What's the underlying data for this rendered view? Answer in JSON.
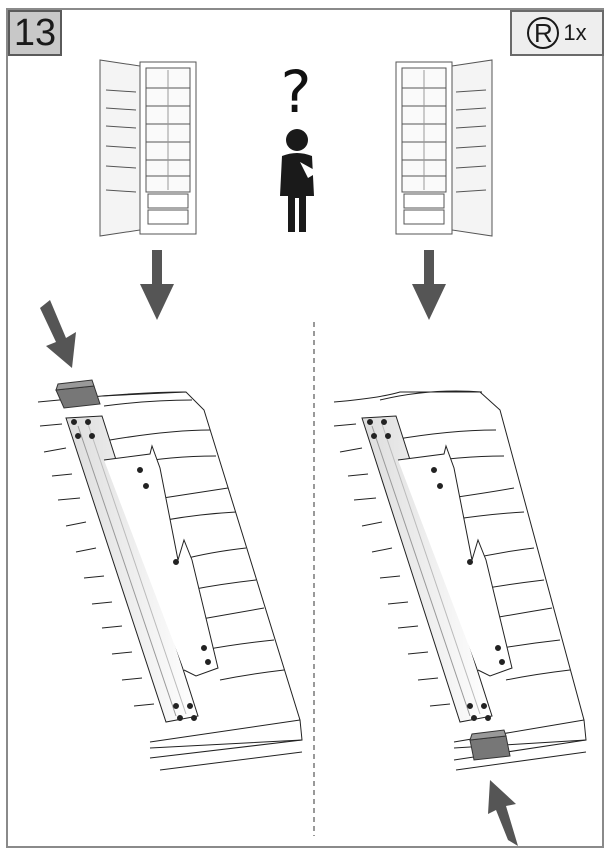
{
  "step": {
    "number": "13"
  },
  "part": {
    "symbol": "R",
    "quantity": "1x"
  },
  "question_mark": "?",
  "colors": {
    "frame": "#8a8a8a",
    "step_bg": "#c8c8c8",
    "arrow": "#555555",
    "line": "#222222",
    "part_block": "#777777"
  },
  "icons": [
    "fridge-left-hinged-icon",
    "fridge-right-hinged-icon",
    "thinking-person-icon",
    "down-arrow-icon",
    "pointer-arrow-icon",
    "mounting-rail-icon",
    "part-r-block-icon"
  ]
}
